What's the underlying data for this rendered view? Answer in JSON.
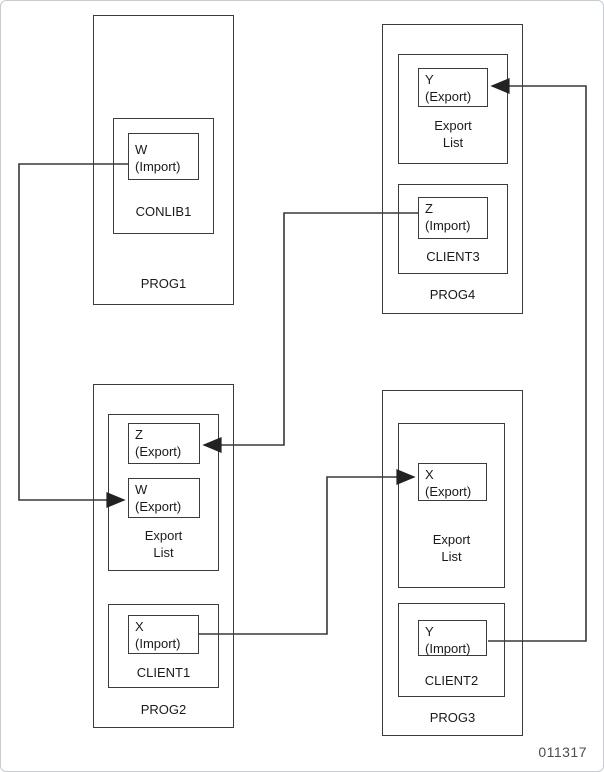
{
  "figure_number": "011317",
  "colors": {
    "line": "#383838",
    "box_border": "#3b3b3b",
    "text": "#1a1a1a",
    "figure_number_text": "#4d4d4d",
    "page_border": "#c6ccd1",
    "background": "#ffffff"
  },
  "prog1": {
    "label": "PROG1",
    "conlib1": {
      "label": "CONLIB1",
      "w_import": {
        "name": "W",
        "kind": "(Import)"
      }
    }
  },
  "prog2": {
    "label": "PROG2",
    "export_list": {
      "line1": "Export",
      "line2": "List",
      "z_export": {
        "name": "Z",
        "kind": "(Export)"
      },
      "w_export": {
        "name": "W",
        "kind": "(Export)"
      }
    },
    "client1": {
      "label": "CLIENT1",
      "x_import": {
        "name": "X",
        "kind": "(Import)"
      }
    }
  },
  "prog3": {
    "label": "PROG3",
    "export_list": {
      "line1": "Export",
      "line2": "List",
      "x_export": {
        "name": "X",
        "kind": "(Export)"
      }
    },
    "client2": {
      "label": "CLIENT2",
      "y_import": {
        "name": "Y",
        "kind": "(Import)"
      }
    }
  },
  "prog4": {
    "label": "PROG4",
    "export_list": {
      "line1": "Export",
      "line2": "List",
      "y_export": {
        "name": "Y",
        "kind": "(Export)"
      }
    },
    "client3": {
      "label": "CLIENT3",
      "z_import": {
        "name": "Z",
        "kind": "(Import)"
      }
    }
  },
  "edges": [
    {
      "name": "w-link",
      "from": "W (Import) / CONLIB1 / PROG1",
      "to": "W (Export) / Export List / PROG2"
    },
    {
      "name": "z-link",
      "from": "Z (Import) / CLIENT3 / PROG4",
      "to": "Z (Export) / Export List / PROG2"
    },
    {
      "name": "x-link",
      "from": "X (Import) / CLIENT1 / PROG2",
      "to": "X (Export) / Export List / PROG3"
    },
    {
      "name": "y-link",
      "from": "Y (Import) / CLIENT2 / PROG3",
      "to": "Y (Export) / Export List / PROG4"
    }
  ]
}
